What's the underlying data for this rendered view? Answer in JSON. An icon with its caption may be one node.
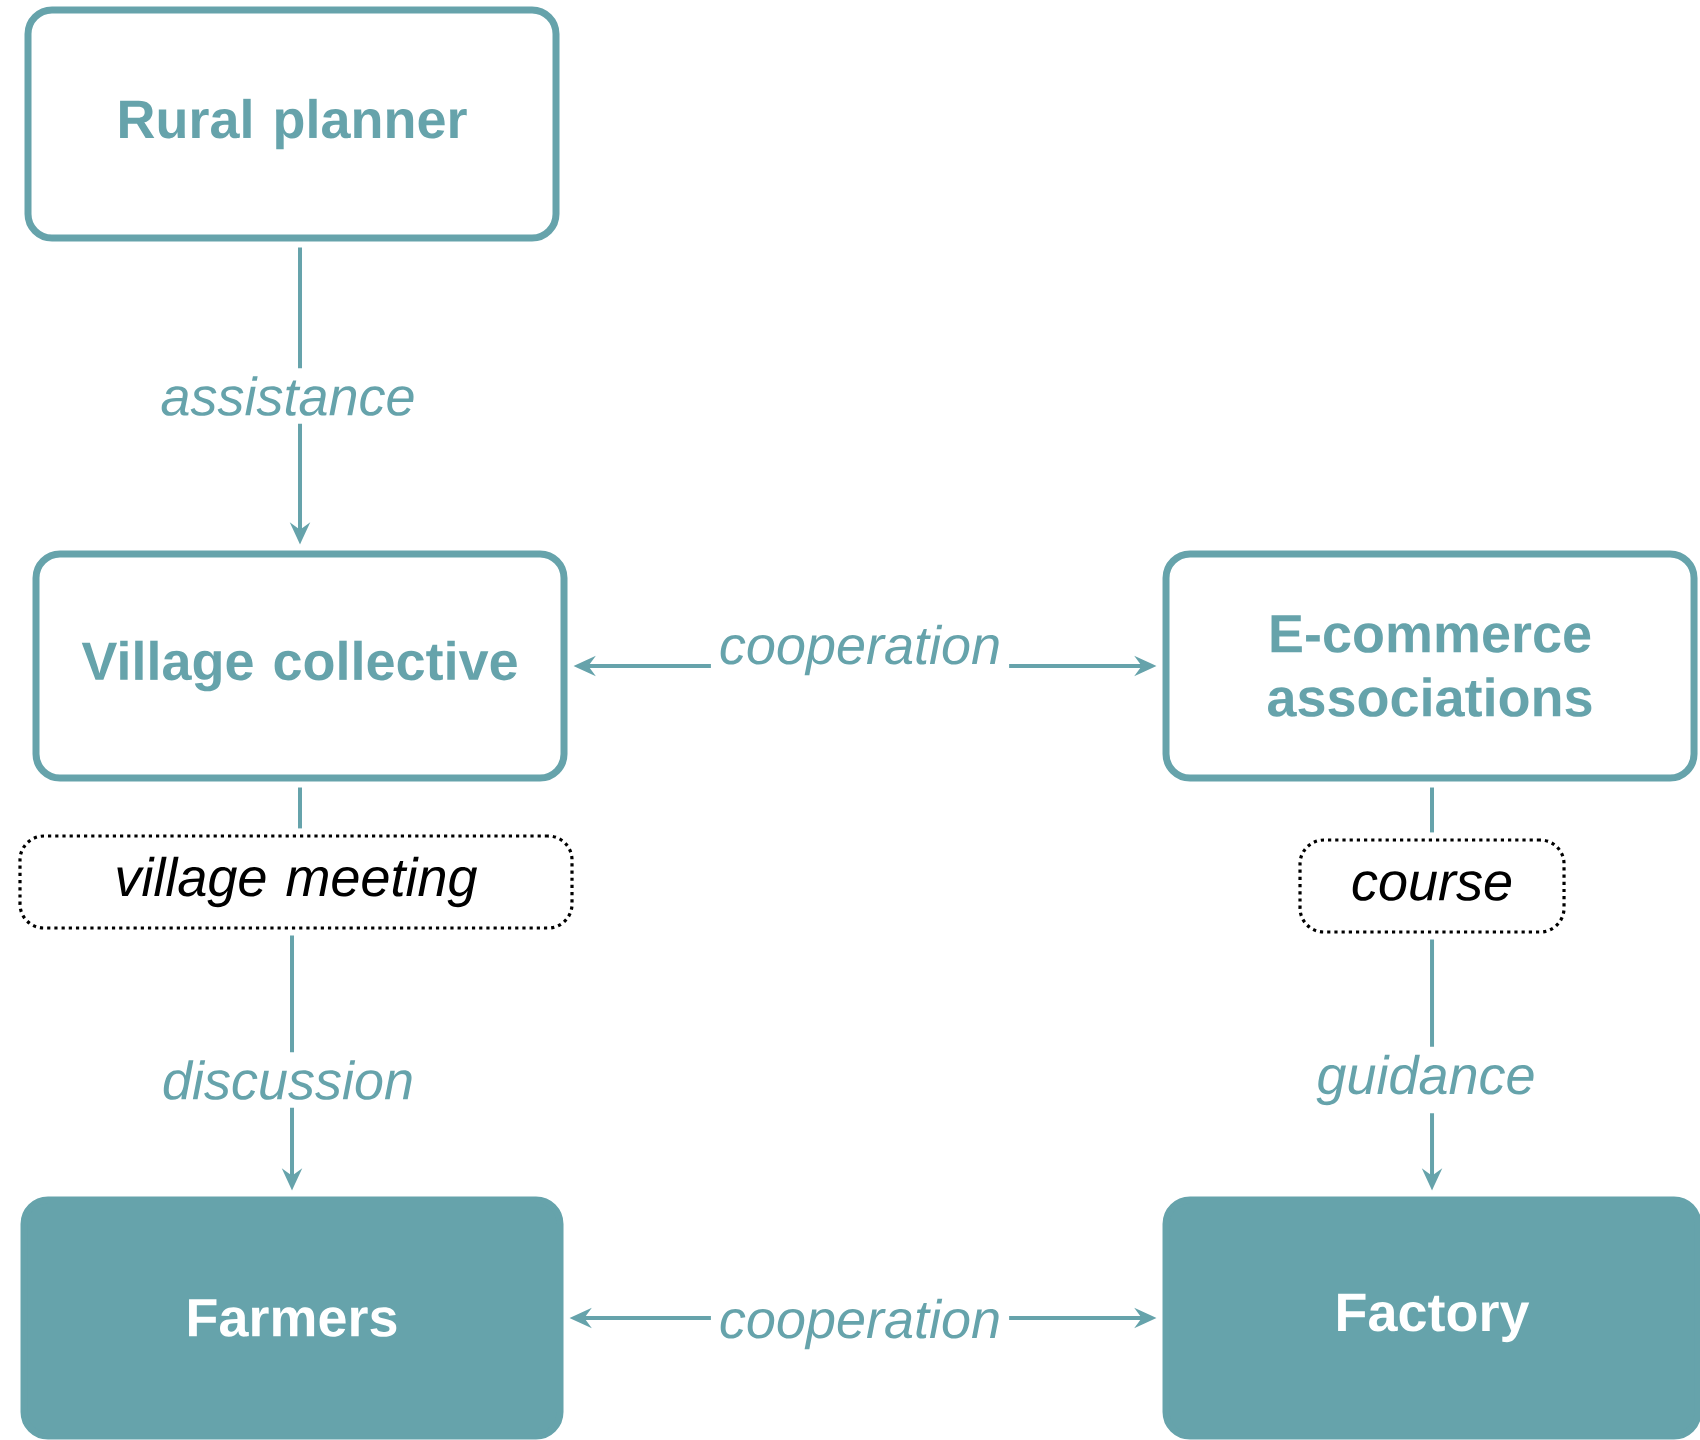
{
  "diagram": {
    "nodes": [
      {
        "text": [
          "Rural planner"
        ]
      },
      {
        "text": [
          "Village collective"
        ]
      },
      {
        "text": [
          "E-commerce associations"
        ]
      },
      {
        "text": [
          "village meeting"
        ]
      },
      {
        "text": [
          "course"
        ]
      },
      {
        "text": [
          "Farmers"
        ]
      },
      {
        "text": [
          "Factory"
        ]
      }
    ],
    "edges": [
      {
        "from": 0,
        "to": 1,
        "arrow": "to",
        "label": "assistance"
      },
      {
        "from": 1,
        "to": 2,
        "arrow": "both",
        "label": "cooperation"
      },
      {
        "from": 1,
        "to": 3,
        "arrow": "none"
      },
      {
        "from": 3,
        "to": 5,
        "arrow": "to",
        "label": "discussion"
      },
      {
        "from": 2,
        "to": 4,
        "arrow": "none"
      },
      {
        "from": 4,
        "to": 6,
        "arrow": "to",
        "label": "guidance"
      },
      {
        "from": 5,
        "to": 6,
        "arrow": "both",
        "label": "cooperation"
      }
    ]
  }
}
